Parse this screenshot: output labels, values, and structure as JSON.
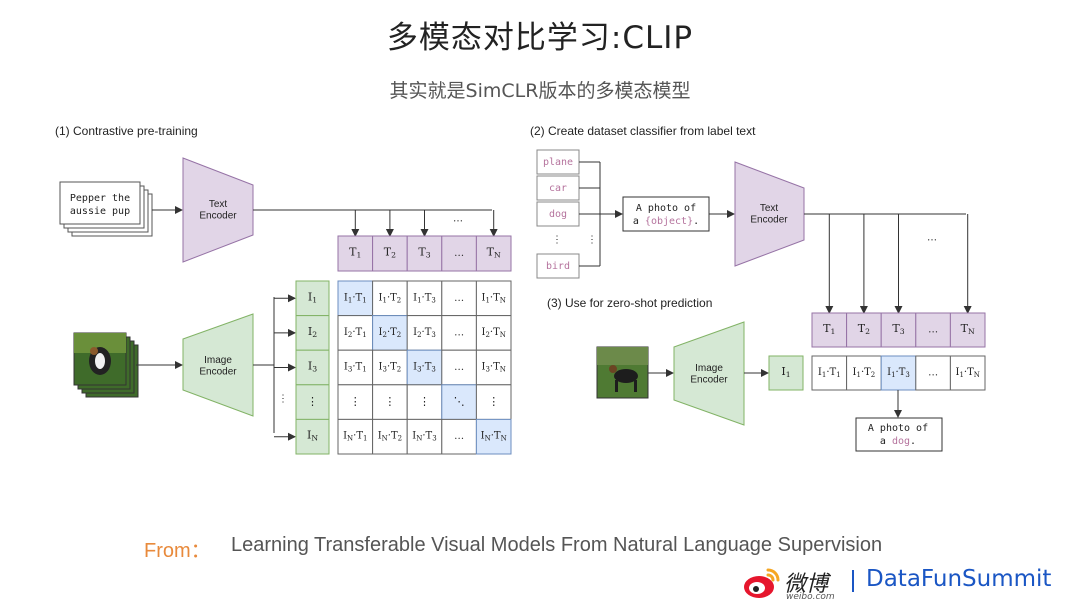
{
  "title": "多模态对比学习:CLIP",
  "subtitle": "其实就是SimCLR版本的多模态模型",
  "panel1": {
    "heading": "(1) Contrastive pre-training",
    "text_input_line1": "Pepper the",
    "text_input_line2": "aussie pup",
    "text_encoder": "Text\nEncoder",
    "image_encoder": "Image\nEncoder",
    "t_labels": [
      "T",
      "T",
      "T",
      "…",
      "T"
    ],
    "t_subs": [
      "1",
      "2",
      "3",
      "",
      "N"
    ],
    "i_labels": [
      "I",
      "I",
      "I",
      "⋮",
      "I"
    ],
    "i_subs": [
      "1",
      "2",
      "3",
      "",
      "N"
    ],
    "ellipsis": "…",
    "vdots": "⋮",
    "ddots": "⋱"
  },
  "panel2": {
    "heading": "(2) Create dataset classifier from label text",
    "labels": [
      "plane",
      "car",
      "dog",
      "⋮",
      "bird"
    ],
    "template_line1": "A photo of",
    "template_line2_prefix": "a ",
    "template_line2_obj": "{object}",
    "template_line2_suffix": ".",
    "text_encoder": "Text\nEncoder",
    "ellipsis": "…"
  },
  "panel3": {
    "heading": "(3) Use for zero-shot prediction",
    "image_encoder": "Image\nEncoder",
    "i1": "I",
    "i1_sub": "1",
    "t_labels": [
      "T",
      "T",
      "T",
      "…",
      "T"
    ],
    "t_subs": [
      "1",
      "2",
      "3",
      "",
      "N"
    ],
    "result_line1": "A photo of",
    "result_line2_prefix": "a ",
    "result_line2_obj": "dog",
    "result_line2_suffix": "."
  },
  "footer": {
    "from": "From：",
    "reference": "Learning Transferable Visual Models From Natural Language Supervision"
  },
  "brand": {
    "weibo": "微博",
    "weibo_sub": "weibo.com",
    "name": "DataFunSummit"
  },
  "colors": {
    "purple_fill": "#e1d5e7",
    "purple_stroke": "#9673a6",
    "green_fill": "#d5e8d4",
    "green_stroke": "#82b366",
    "blue_fill": "#dae8fc",
    "blue_stroke": "#6c8ebf",
    "label_text": "#b5739d",
    "accent_orange": "#e88a3c",
    "brand_blue": "#1a56c4"
  }
}
